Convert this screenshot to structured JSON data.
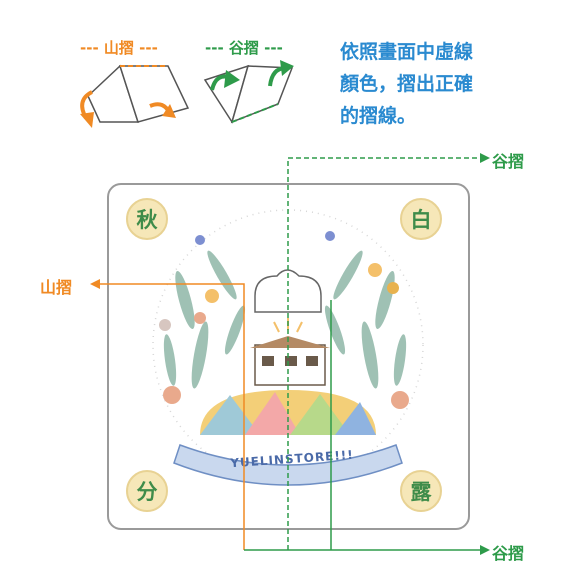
{
  "legend": {
    "mountain_label": "山摺",
    "valley_label": "谷摺"
  },
  "instruction": {
    "lines": [
      "依照畫面中虛線",
      "顏色，摺出正確",
      "的摺線。"
    ]
  },
  "callouts": {
    "top_right": "谷摺",
    "left": "山摺",
    "bottom_right": "谷摺"
  },
  "card": {
    "corners": [
      "秋",
      "白",
      "分",
      "露"
    ],
    "ribbon_text": "YUELINSTORE!!!"
  },
  "colors": {
    "mountain": "#f08a24",
    "valley": "#2e9b4a",
    "instruction": "#2a8ad0",
    "corner_fill": "#f6e7b8",
    "corner_text": "#3f8c4a"
  }
}
